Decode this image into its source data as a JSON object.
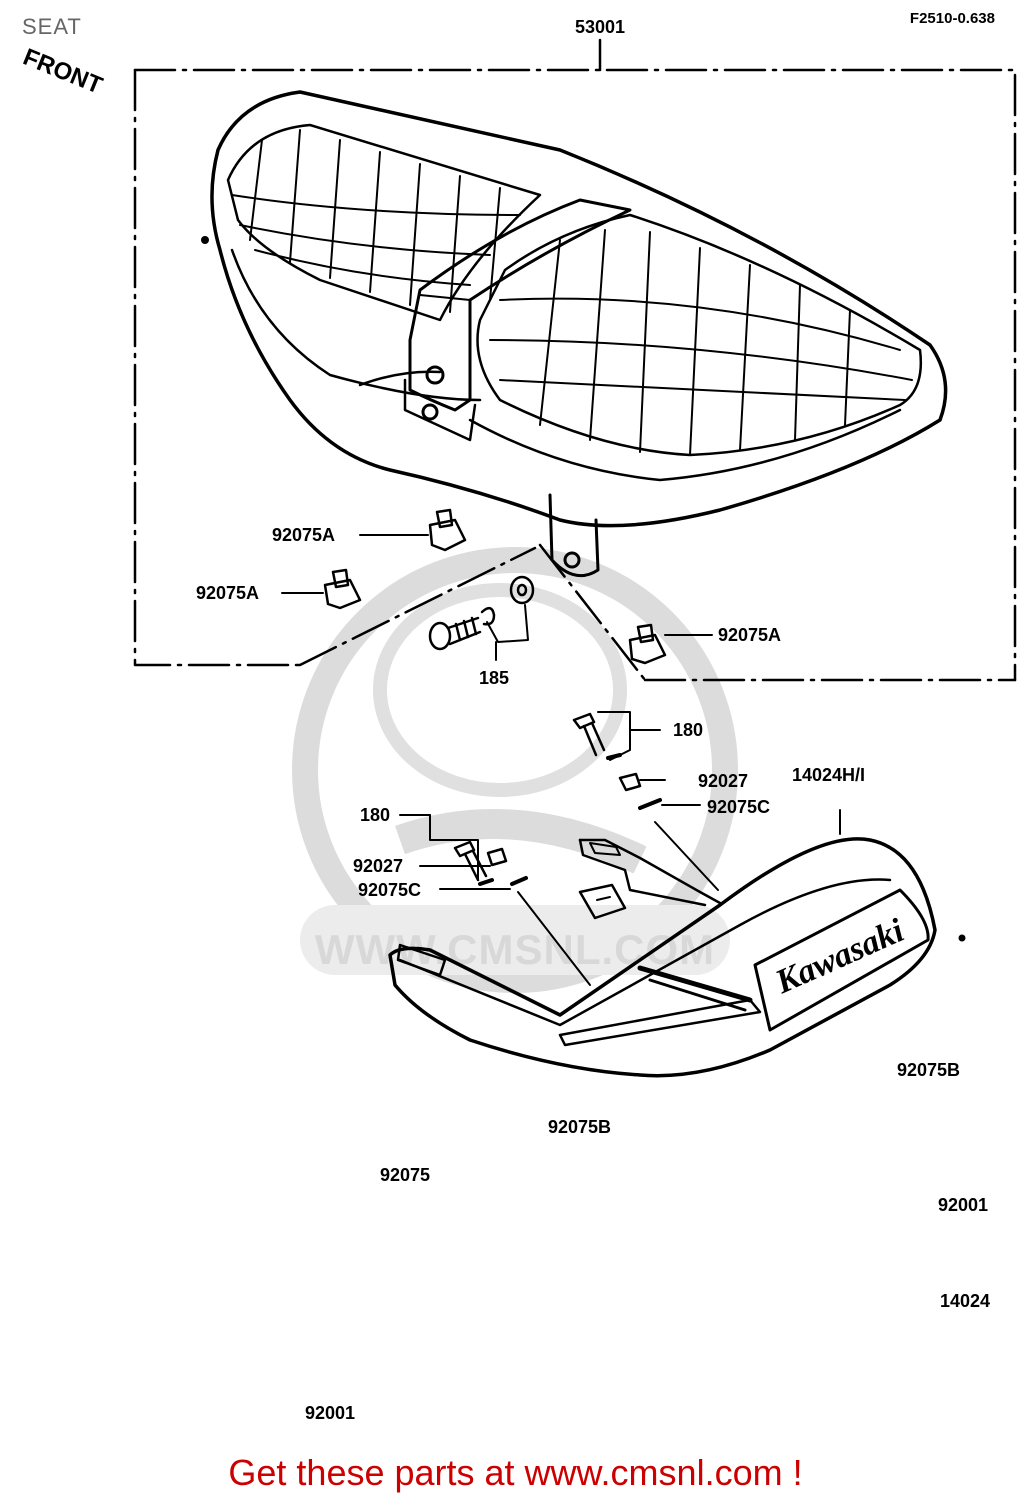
{
  "header": {
    "title": "SEAT",
    "figure_code": "F2510-0.638"
  },
  "front_marker": "FRONT",
  "watermark_text": "WWW.CMSNL.COM",
  "brand_mark": "Kawasaki",
  "callouts": [
    {
      "id": "53001",
      "label": "53001"
    },
    {
      "id": "92075A_1",
      "label": "92075A"
    },
    {
      "id": "92075A_2",
      "label": "92075A"
    },
    {
      "id": "92075A_3",
      "label": "92075A"
    },
    {
      "id": "185",
      "label": "185"
    },
    {
      "id": "180_1",
      "label": "180"
    },
    {
      "id": "92027_1",
      "label": "92027"
    },
    {
      "id": "92075C_1",
      "label": "92075C"
    },
    {
      "id": "14024HI",
      "label": "14024H/I"
    },
    {
      "id": "180_2",
      "label": "180"
    },
    {
      "id": "92027_2",
      "label": "92027"
    },
    {
      "id": "92075C_2",
      "label": "92075C"
    },
    {
      "id": "92075B_1",
      "label": "92075B"
    },
    {
      "id": "92075B_2",
      "label": "92075B"
    },
    {
      "id": "92075",
      "label": "92075"
    },
    {
      "id": "92001_1",
      "label": "92001"
    },
    {
      "id": "14024",
      "label": "14024"
    },
    {
      "id": "92001_2",
      "label": "92001"
    }
  ],
  "footer": {
    "cta_text": "Get these parts at www.cmsnl.com !"
  },
  "colors": {
    "line": "#000000",
    "watermark": "#d8d8d8",
    "cta": "#cc0000"
  }
}
